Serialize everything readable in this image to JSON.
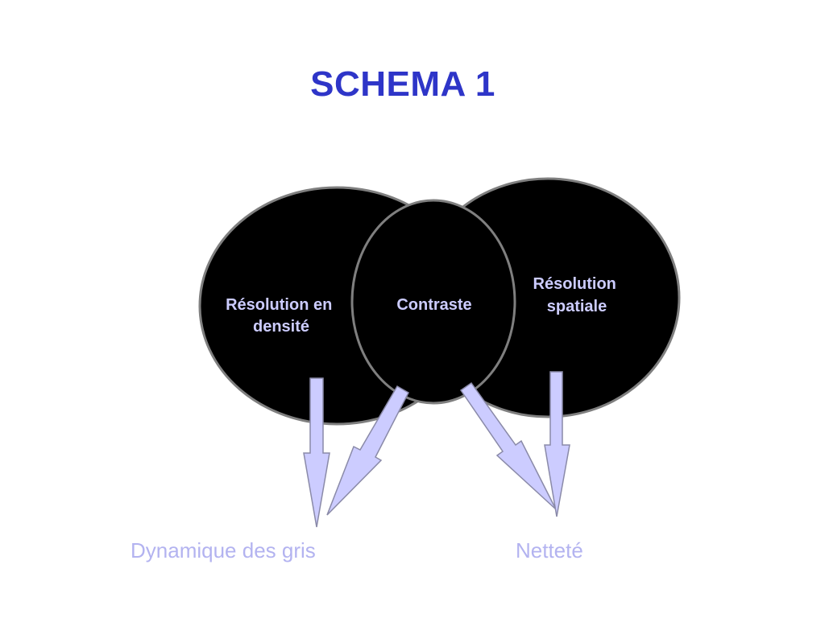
{
  "title": "SCHEMA 1",
  "colors": {
    "title": "#2e35c8",
    "ellipse_fill": "#000000",
    "ellipse_stroke": "#7f7f7f",
    "node_text": "#ccccff",
    "arrow_fill": "#ccccff",
    "arrow_stroke": "#8a8aa8",
    "output_text": "#b3b3f0"
  },
  "nodes": {
    "left": {
      "lines": [
        "Résolution en",
        "densité"
      ]
    },
    "center": {
      "lines": [
        "Contraste"
      ]
    },
    "right": {
      "lines": [
        "Résolution",
        "spatiale"
      ]
    }
  },
  "outputs": {
    "left": "Dynamique des gris",
    "right": "Netteté"
  }
}
